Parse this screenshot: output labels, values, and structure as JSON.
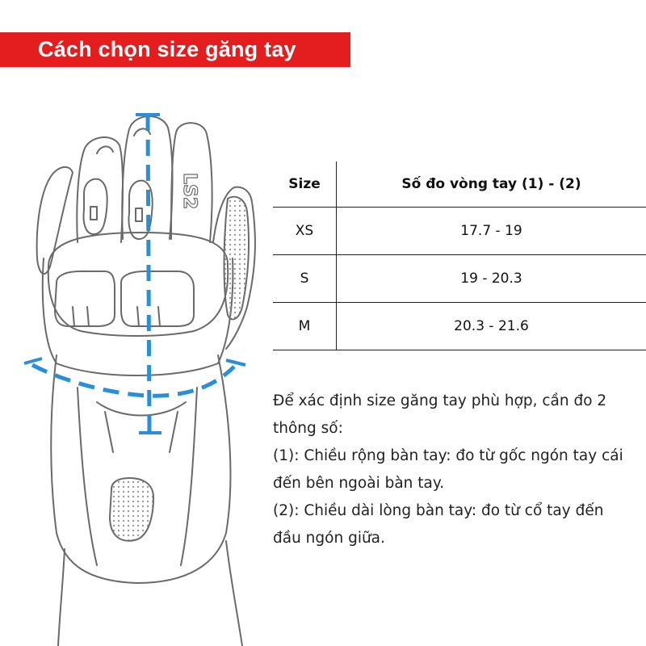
{
  "banner": {
    "title": "Cách chọn size găng tay",
    "color": "#e41e1e"
  },
  "illustration": {
    "glove_icon": "motorcycle-glove-outline",
    "brand_mark": "LS2",
    "measure_line_color": "#2a8fd8"
  },
  "table": {
    "headers": [
      "Size",
      "Số đo vòng tay (1) - (2)"
    ],
    "rows": [
      [
        "XS",
        "17.7 - 19"
      ],
      [
        "S",
        "19 - 20.3"
      ],
      [
        "M",
        "20.3 - 21.6"
      ]
    ]
  },
  "description": {
    "intro": "Để xác định size găng tay phù hợp, cần đo 2 thông số:",
    "point1": "(1): Chiều rộng bàn tay: đo từ gốc ngón tay cái đến bên ngoài bàn tay.",
    "point2": "(2): Chiều dài lòng bàn tay: đo từ cổ tay đến đầu ngón giữa."
  }
}
